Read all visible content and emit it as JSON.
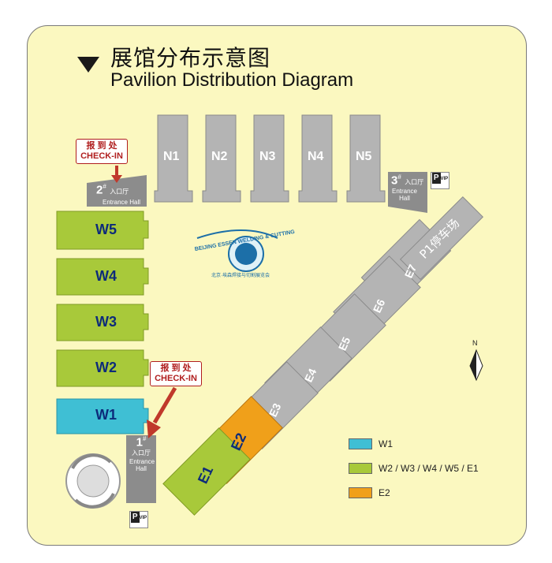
{
  "title_cn": "展馆分布示意图",
  "title_en": "Pavilion Distribution Diagram",
  "north_halls": [
    "N1",
    "N2",
    "N3",
    "N4",
    "N5"
  ],
  "west_halls": [
    "W5",
    "W4",
    "W3",
    "W2",
    "W1"
  ],
  "east_halls": [
    "E7",
    "E6",
    "E5",
    "E4",
    "E3"
  ],
  "e1": "E1",
  "e2": "E2",
  "parking": "P1停车场",
  "checkin_cn": "报 到 处",
  "checkin_en": "CHECK-IN",
  "entrances": [
    {
      "num": "1",
      "sup": "#",
      "cn": "入口厅",
      "en": "Entrance Hall"
    },
    {
      "num": "2",
      "sup": "#",
      "cn": "入口厅",
      "en": "Entrance Hall"
    },
    {
      "num": "3",
      "sup": "#",
      "cn": "入口厅",
      "en": "Entrance Hall"
    }
  ],
  "north_label": "N",
  "p_label": "P",
  "vip_label": "VIP",
  "logo_text": "BEIJING ESSEN WELDING & CUTTING",
  "logo_sub": "北京·埃森焊接与切割展览会",
  "legend": [
    {
      "label": "W1",
      "color": "#3fbfd4"
    },
    {
      "label": "W2 / W3 / W4 / W5 / E1",
      "color": "#a8c93a"
    },
    {
      "label": "E2",
      "color": "#f0a01a"
    }
  ],
  "colors": {
    "gray": "#b4b4b4",
    "dark_gray": "#8c8c8c",
    "green": "#a8c93a",
    "cyan": "#3fbfd4",
    "orange": "#f0a01a",
    "card": "#fbf8c0"
  }
}
